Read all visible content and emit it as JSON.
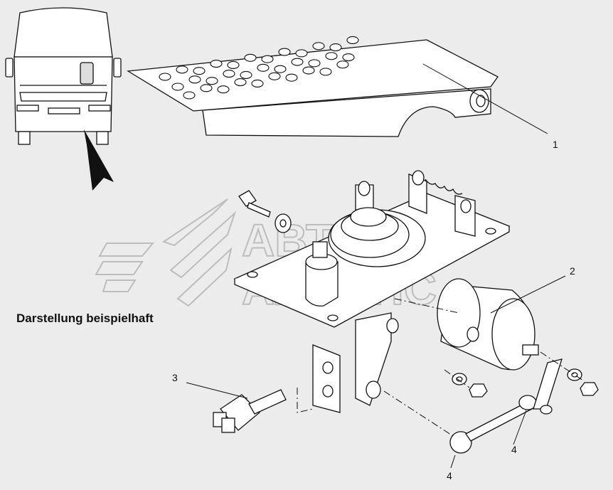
{
  "caption": "Darstellung beispielhaft",
  "callouts": [
    {
      "id": "1",
      "label": "1"
    },
    {
      "id": "2",
      "label": "2"
    },
    {
      "id": "3",
      "label": "3"
    },
    {
      "id": "4a",
      "label": "4"
    },
    {
      "id": "4b",
      "label": "4"
    }
  ],
  "watermark": {
    "line1": "АВТО",
    "line2": "АЛЬЯНС"
  },
  "colors": {
    "background": "#ececec",
    "line": "#111111",
    "part_fill": "#ffffff",
    "watermark": "#bdbdbd"
  }
}
